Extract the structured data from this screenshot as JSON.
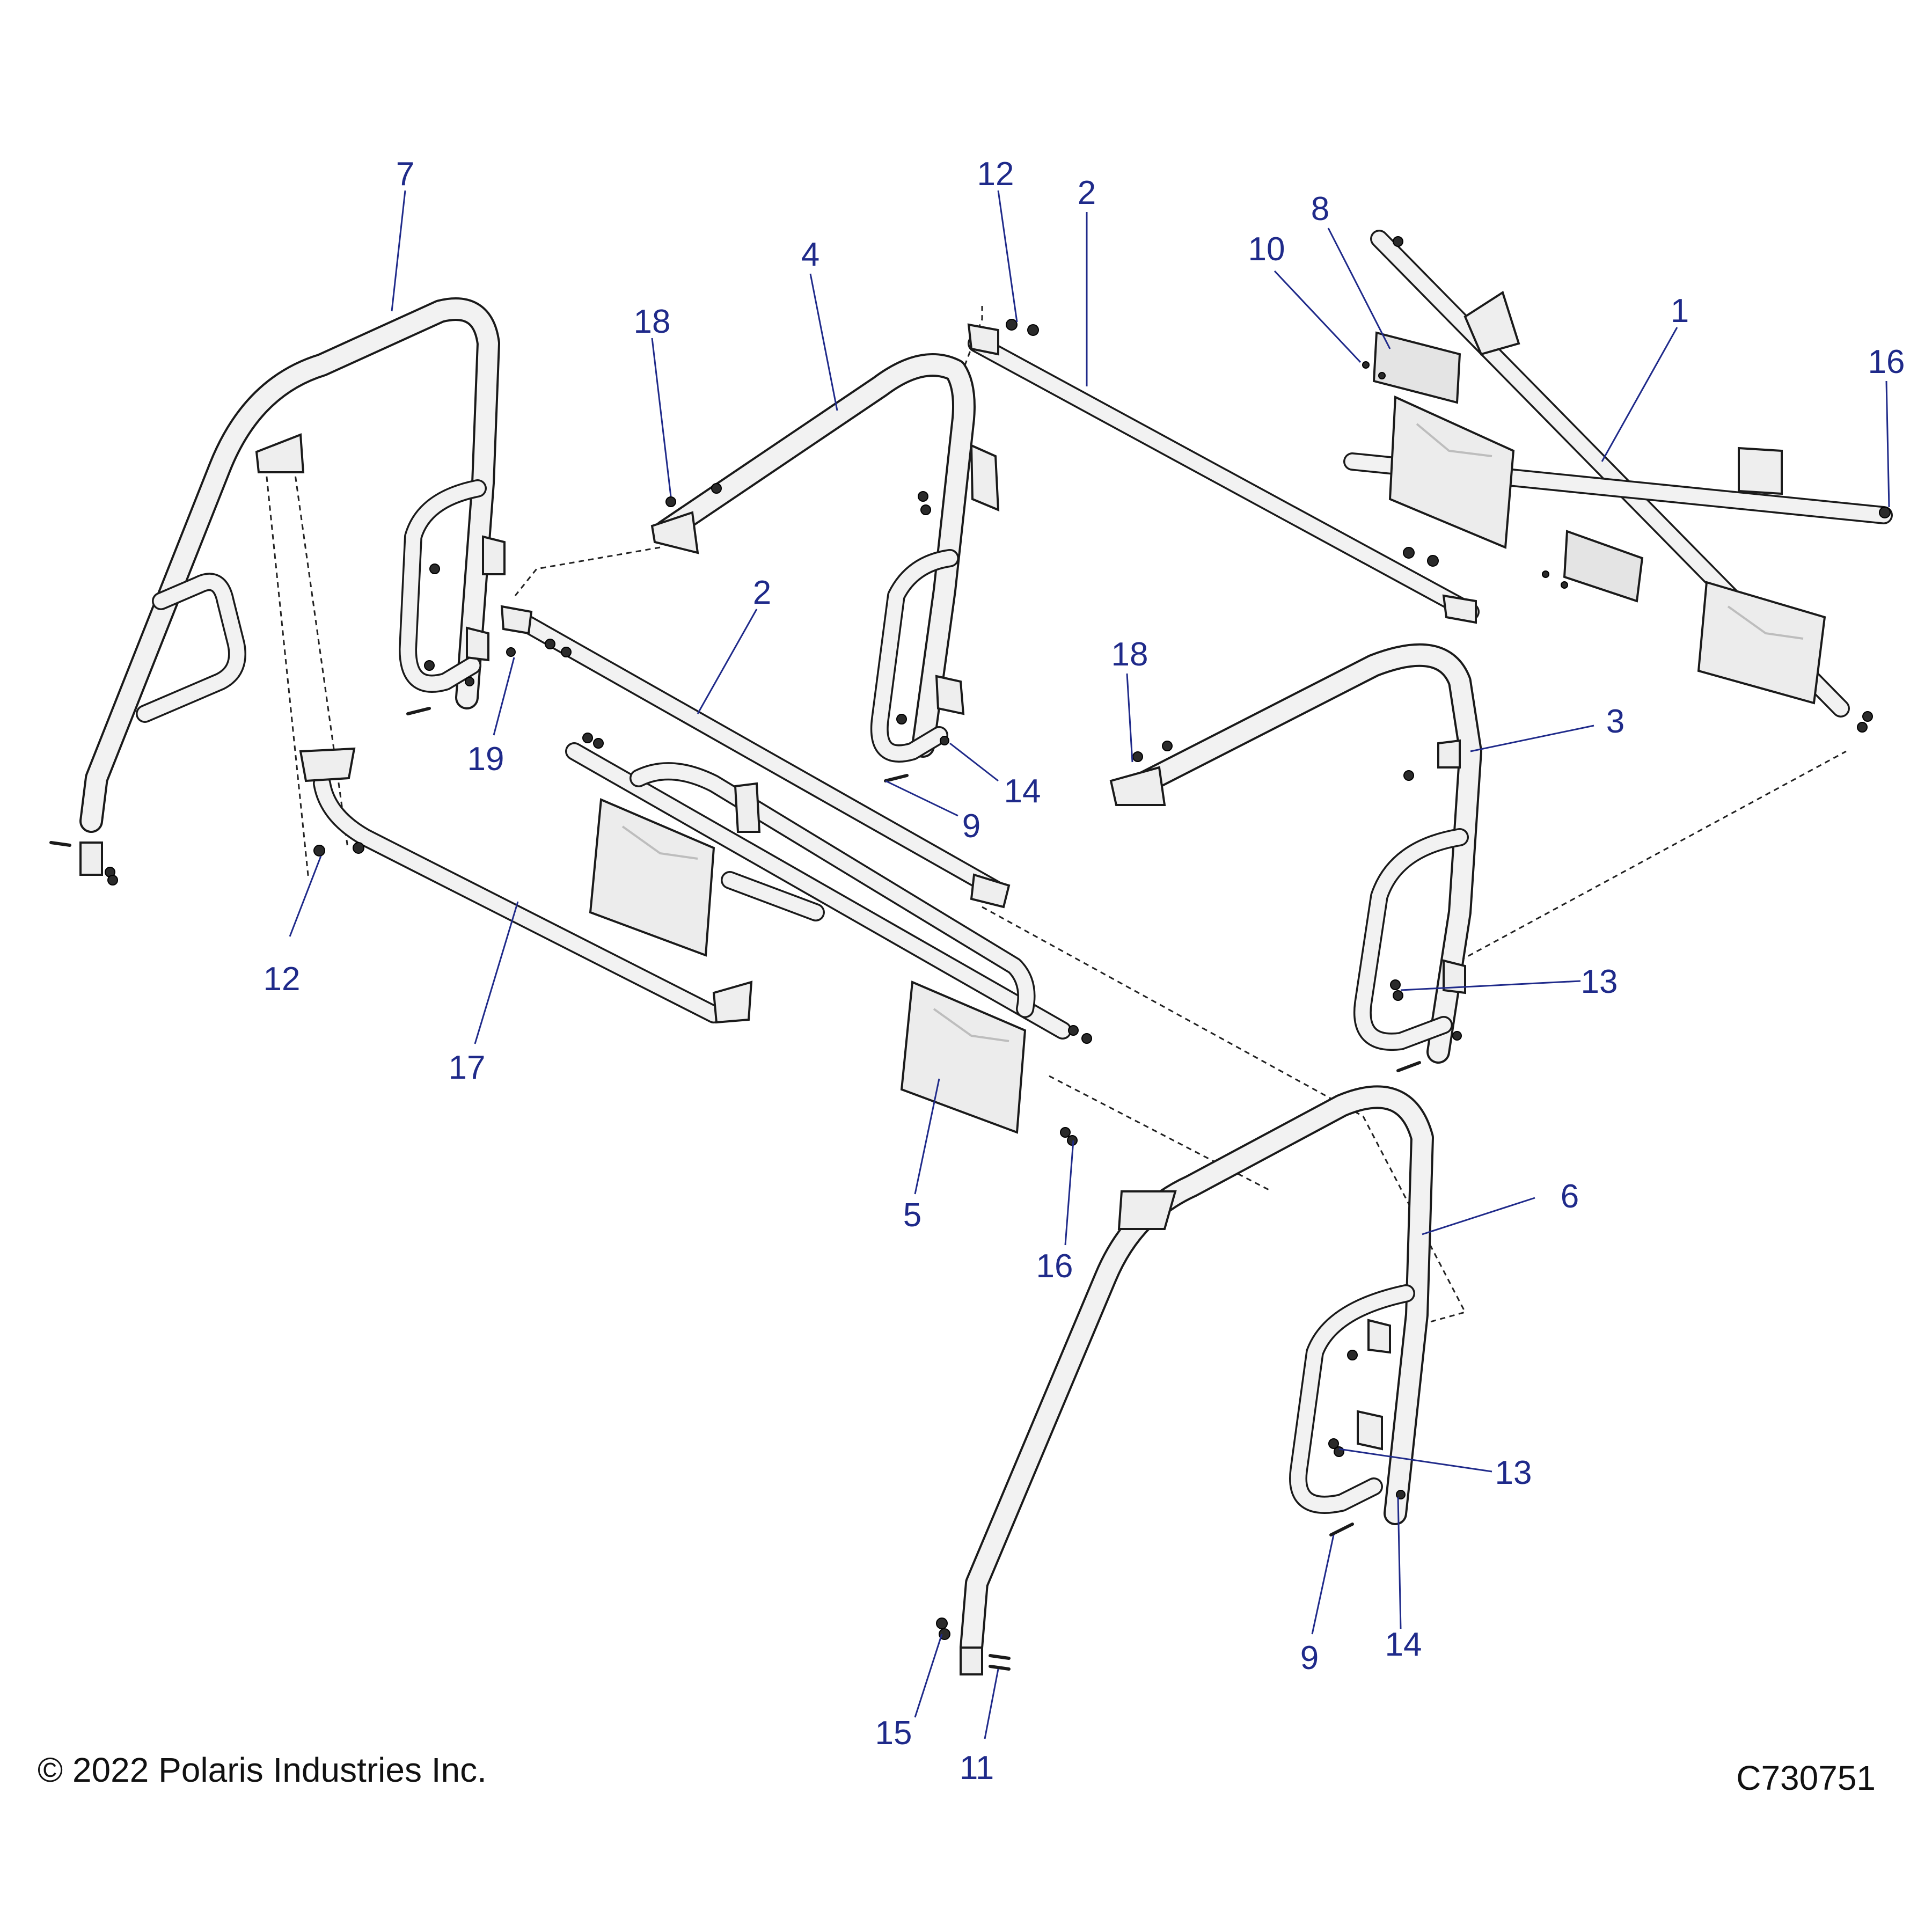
{
  "callouts": [
    {
      "id": "c-7",
      "label": "7"
    },
    {
      "id": "c-12a",
      "label": "12"
    },
    {
      "id": "c-2a",
      "label": "2"
    },
    {
      "id": "c-4",
      "label": "4"
    },
    {
      "id": "c-18a",
      "label": "18"
    },
    {
      "id": "c-8",
      "label": "8"
    },
    {
      "id": "c-10",
      "label": "10"
    },
    {
      "id": "c-1",
      "label": "1"
    },
    {
      "id": "c-16a",
      "label": "16"
    },
    {
      "id": "c-2b",
      "label": "2"
    },
    {
      "id": "c-19",
      "label": "19"
    },
    {
      "id": "c-18b",
      "label": "18"
    },
    {
      "id": "c-3",
      "label": "3"
    },
    {
      "id": "c-14a",
      "label": "14"
    },
    {
      "id": "c-9a",
      "label": "9"
    },
    {
      "id": "c-12b",
      "label": "12"
    },
    {
      "id": "c-13a",
      "label": "13"
    },
    {
      "id": "c-17",
      "label": "17"
    },
    {
      "id": "c-5",
      "label": "5"
    },
    {
      "id": "c-16b",
      "label": "16"
    },
    {
      "id": "c-6",
      "label": "6"
    },
    {
      "id": "c-13b",
      "label": "13"
    },
    {
      "id": "c-9b",
      "label": "9"
    },
    {
      "id": "c-14b",
      "label": "14"
    },
    {
      "id": "c-15",
      "label": "15"
    },
    {
      "id": "c-11",
      "label": "11"
    }
  ],
  "footer": {
    "copyright": "© 2022 Polaris Industries Inc.",
    "drawing_id": "C730751"
  }
}
